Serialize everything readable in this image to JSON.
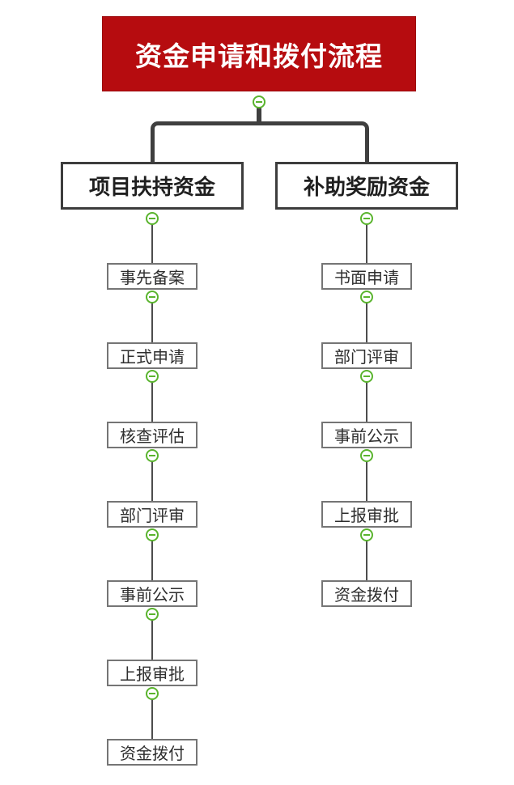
{
  "title": {
    "text": "资金申请和拨付流程"
  },
  "branches": [
    {
      "label": "项目扶持资金",
      "steps": [
        "事先备案",
        "正式申请",
        "核查评估",
        "部门评审",
        "事前公示",
        "上报审批",
        "资金拨付"
      ]
    },
    {
      "label": "补助奖励资金",
      "steps": [
        "书面申请",
        "部门评审",
        "事前公示",
        "上报审批",
        "资金拨付"
      ]
    }
  ],
  "icons": {
    "collapse": "minus-collapse-icon"
  },
  "colors": {
    "title_bg": "#b60c0f",
    "title_text": "#ffffff",
    "connector_thick": "#3f3f3f",
    "connector_thin": "#4d4d4d",
    "branch_border": "#3d3d3d",
    "step_border": "#757575",
    "collapse_green": "#5ab42e"
  }
}
